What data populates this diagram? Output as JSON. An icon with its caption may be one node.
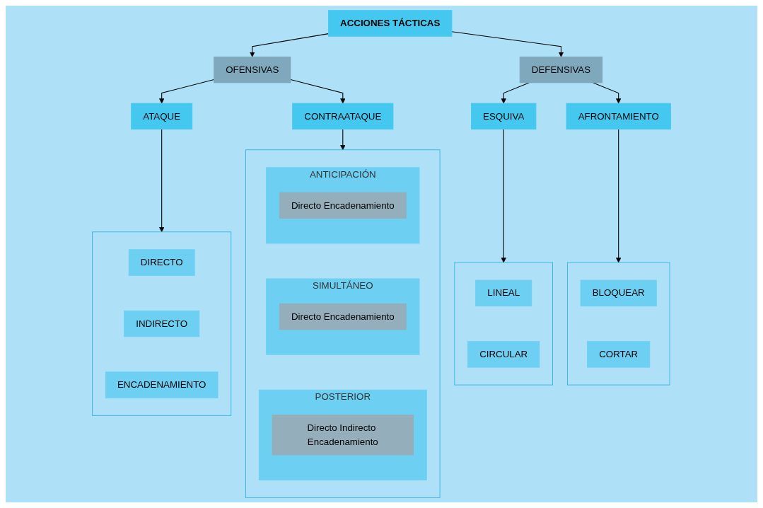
{
  "diagram": {
    "nodes": [
      {
        "text": [
          "ACCIONES TÁCTICAS"
        ]
      },
      {
        "text": [
          "OFENSIVAS"
        ]
      },
      {
        "text": [
          "DEFENSIVAS"
        ]
      },
      {
        "text": [
          "ATAQUE"
        ]
      },
      {
        "text": [
          "CONTRAATAQUE"
        ]
      },
      {
        "text": [
          "ESQUIVA"
        ]
      },
      {
        "text": [
          "AFRONTAMIENTO"
        ]
      },
      {
        "text": [],
        "shape": "box"
      },
      {
        "text": [
          "DIRECTO"
        ],
        "in": 7
      },
      {
        "text": [
          "INDIRECTO"
        ],
        "in": 7
      },
      {
        "text": [
          "ENCADENAMIENTO"
        ],
        "in": 7
      },
      {
        "text": [],
        "shape": "box"
      },
      {
        "text": [
          "ANTICIPACIÓN"
        ],
        "in": 11
      },
      {
        "text": [
          "Directo Encadenamiento"
        ],
        "in": 12
      },
      {
        "text": [
          "SIMULTÁNEO"
        ],
        "in": 11
      },
      {
        "text": [
          "Directo Encadenamiento"
        ],
        "in": 14
      },
      {
        "text": [
          "POSTERIOR"
        ],
        "in": 11
      },
      {
        "text": [
          "Directo Indirecto Encadenamiento"
        ],
        "in": 16
      },
      {
        "text": [],
        "shape": "box"
      },
      {
        "text": [
          "LINEAL"
        ],
        "in": 18
      },
      {
        "text": [
          "CIRCULAR"
        ],
        "in": 18
      },
      {
        "text": [],
        "shape": "box"
      },
      {
        "text": [
          "BLOQUEAR"
        ],
        "in": 21
      },
      {
        "text": [
          "CORTAR"
        ],
        "in": 21
      }
    ],
    "edges": [
      {
        "from": 0,
        "to": 1,
        "arrow": "to"
      },
      {
        "from": 0,
        "to": 2,
        "arrow": "to"
      },
      {
        "from": 1,
        "to": 3,
        "arrow": "to"
      },
      {
        "from": 1,
        "to": 4,
        "arrow": "to"
      },
      {
        "from": 2,
        "to": 5,
        "arrow": "to"
      },
      {
        "from": 2,
        "to": 6,
        "arrow": "to"
      },
      {
        "from": 3,
        "to": 7,
        "arrow": "to"
      },
      {
        "from": 4,
        "to": 11,
        "arrow": "to"
      },
      {
        "from": 5,
        "to": 18,
        "arrow": "to"
      },
      {
        "from": 6,
        "to": 21,
        "arrow": "to"
      }
    ]
  }
}
